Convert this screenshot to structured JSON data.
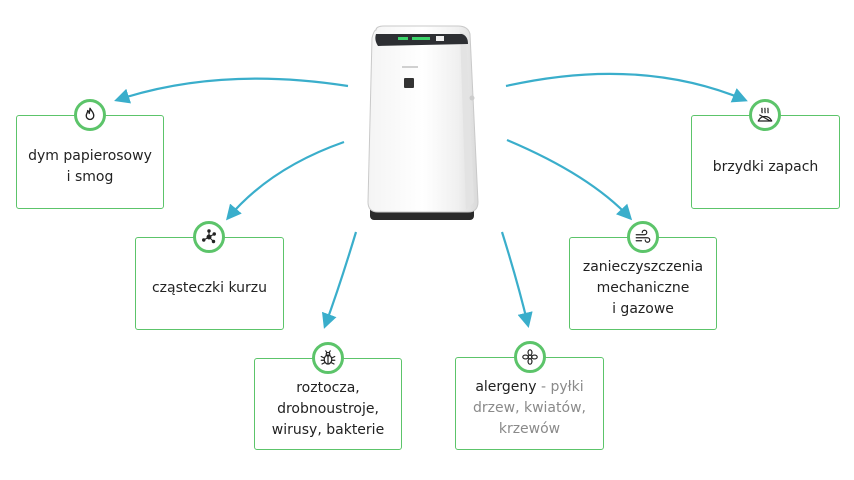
{
  "cards": {
    "smoke": {
      "line1": "dym papierosowy",
      "line2": "i smog",
      "icon": "flame-icon"
    },
    "dust": {
      "line1": "cząsteczki kurzu",
      "icon": "particles-icon"
    },
    "mites": {
      "line1": "roztocza,",
      "line2": "drobnoustroje,",
      "line3": "wirusy, bakterie",
      "icon": "bug-icon"
    },
    "allergens": {
      "main": "alergeny",
      "rest1": " - pyłki",
      "rest2": "drzew, kwiatów,",
      "rest3": "krzewów",
      "icon": "flower-icon"
    },
    "pollution": {
      "line1": "zanieczyszczenia",
      "line2": "mechaniczne",
      "line3": "i gazowe",
      "icon": "wind-icon"
    },
    "odors": {
      "line1": "brzydki zapach",
      "icon": "smell-icon"
    }
  },
  "colors": {
    "accent_green": "#5cc46a",
    "arrow_blue": "#3aaecb",
    "muted_text": "#8a8a8a"
  },
  "device": {
    "icon": "air-purifier-image"
  }
}
